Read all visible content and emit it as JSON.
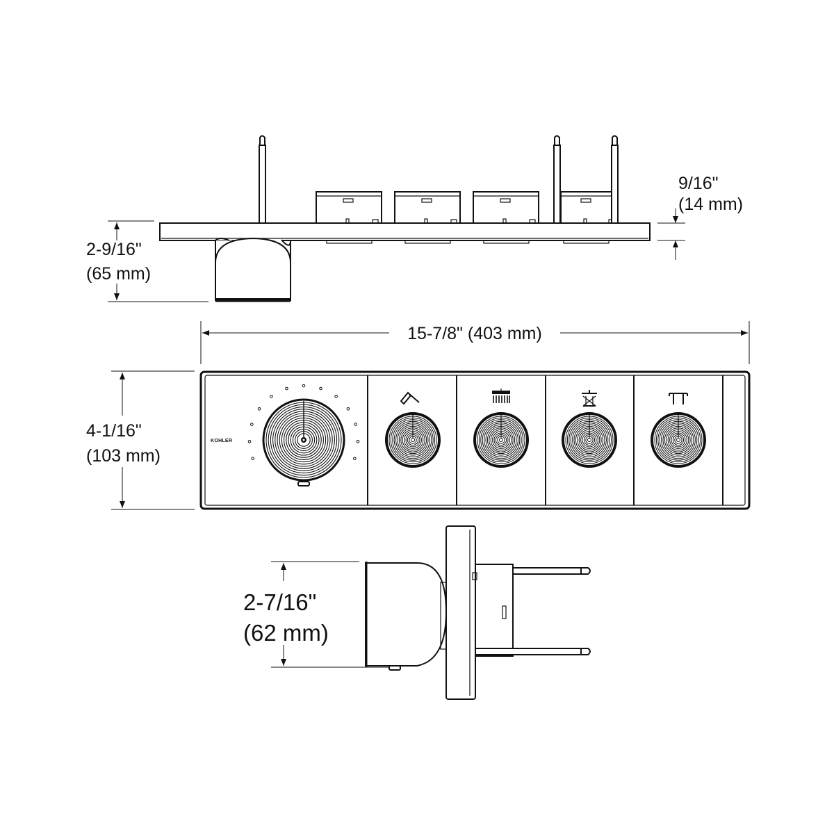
{
  "brand": "KOHLER",
  "dimensions": {
    "top_depth": {
      "inch": "2-9/16\"",
      "mm": "(65 mm)"
    },
    "top_plate": {
      "inch": "9/16\"",
      "mm": "(14 mm)"
    },
    "front_width": {
      "text": "15-7/8\" (403 mm)"
    },
    "front_height": {
      "inch": "4-1/16\"",
      "mm": "(103 mm)"
    },
    "side_depth": {
      "inch": "2-7/16\"",
      "mm": "(62 mm)"
    }
  },
  "function_icons": [
    "handshower-icon",
    "rain-showerhead-icon",
    "body-spray-icon",
    "tub-spout-icon"
  ]
}
